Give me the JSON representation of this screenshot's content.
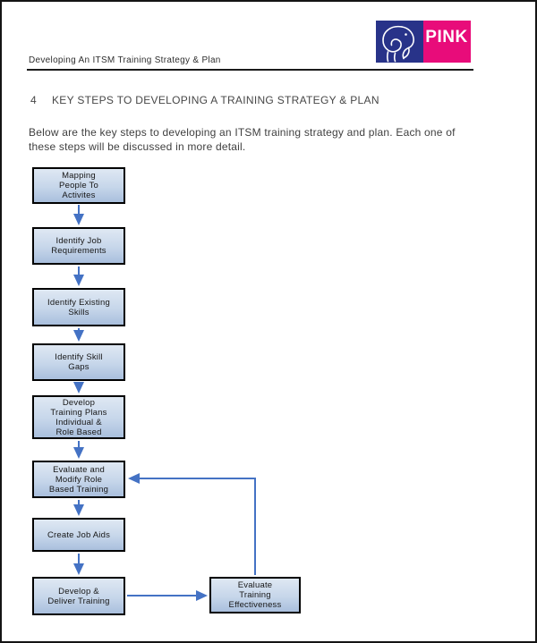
{
  "header": {
    "doc_title": "Developing An ITSM Training Strategy & Plan",
    "logo": {
      "brand_text": "PINK",
      "blue_color": "#283389",
      "pink_color": "#e80c7a"
    }
  },
  "section": {
    "number": "4",
    "heading": "KEY STEPS TO DEVELOPING A TRAINING STRATEGY & PLAN"
  },
  "intro_text": "Below are the key steps to developing an ITSM training strategy and plan. Each one of\nthese steps will be discussed in more detail.",
  "flowchart": {
    "arrow_color": "#4472c4",
    "steps": [
      {
        "label": "Mapping\nPeople To\nActivites"
      },
      {
        "label": "Identify Job\nRequirements"
      },
      {
        "label": "Identify Existing\nSkills"
      },
      {
        "label": "Identify Skill\nGaps"
      },
      {
        "label": "Develop\nTraining Plans\nIndividual &\nRole Based"
      },
      {
        "label": "Evaluate and\nModify Role\nBased Training"
      },
      {
        "label": "Create Job Aids"
      },
      {
        "label": "Develop &\nDeliver Training"
      },
      {
        "label": "Evaluate\nTraining\nEffectiveness"
      }
    ]
  }
}
